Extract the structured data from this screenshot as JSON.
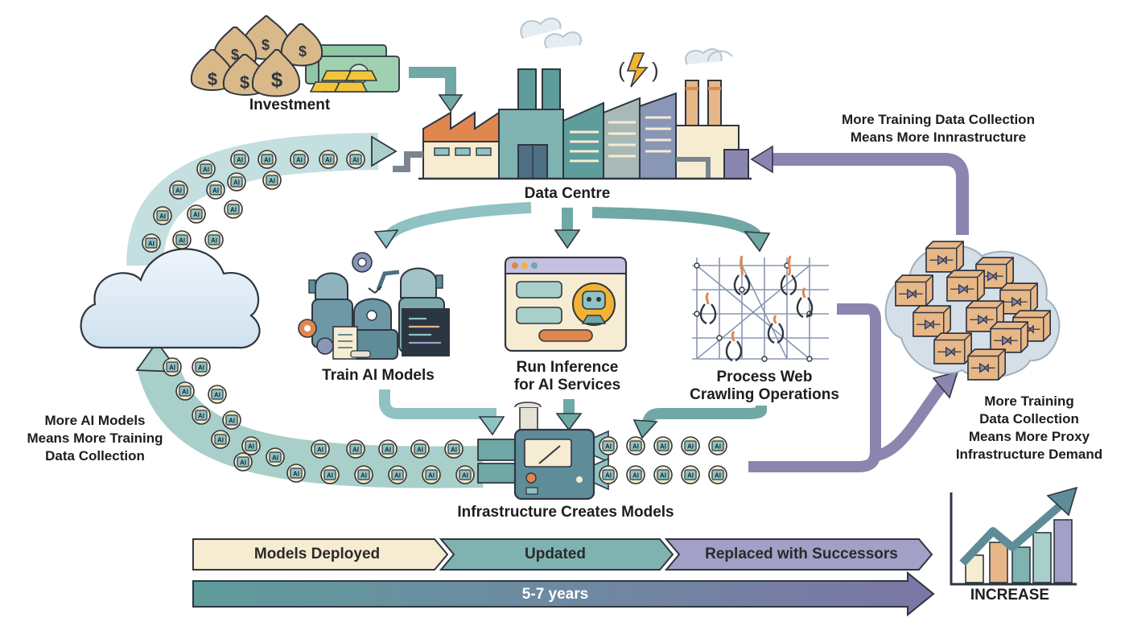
{
  "labels": {
    "investment": "Investment",
    "data_centre": "Data Centre",
    "train_ai_models": "Train AI Models",
    "run_inference_line1": "Run Inference",
    "run_inference_line2": "for AI Services",
    "process_web_line1": "Process Web",
    "process_web_line2": "Crawling Operations",
    "infrastructure_creates_models": "Infrastructure Creates Models",
    "more_ai_models_line1": "More AI Models",
    "more_ai_models_line2": "Means More Training",
    "more_ai_models_line3": "Data Collection",
    "top_right_line1": "More Training Data Collection",
    "top_right_line2": "Means More Innrastructure",
    "proxy_line1": "More Training",
    "proxy_line2": "Data Collection",
    "proxy_line3": "Means More Proxy",
    "proxy_line4": "Infrastructure Demand",
    "increase": "INCREASE"
  },
  "lifecycle": {
    "stage1": "Models Deployed",
    "stage2": "Updated",
    "stage3": "Replaced with Successors",
    "duration": "5-7 years"
  },
  "token_text": "AI",
  "colors": {
    "teal": "#6fa8a4",
    "teal_light": "#a9cfca",
    "purple": "#8a86b0",
    "cream": "#f6ecd2",
    "orange": "#e0874f",
    "outline": "#2f3640"
  }
}
